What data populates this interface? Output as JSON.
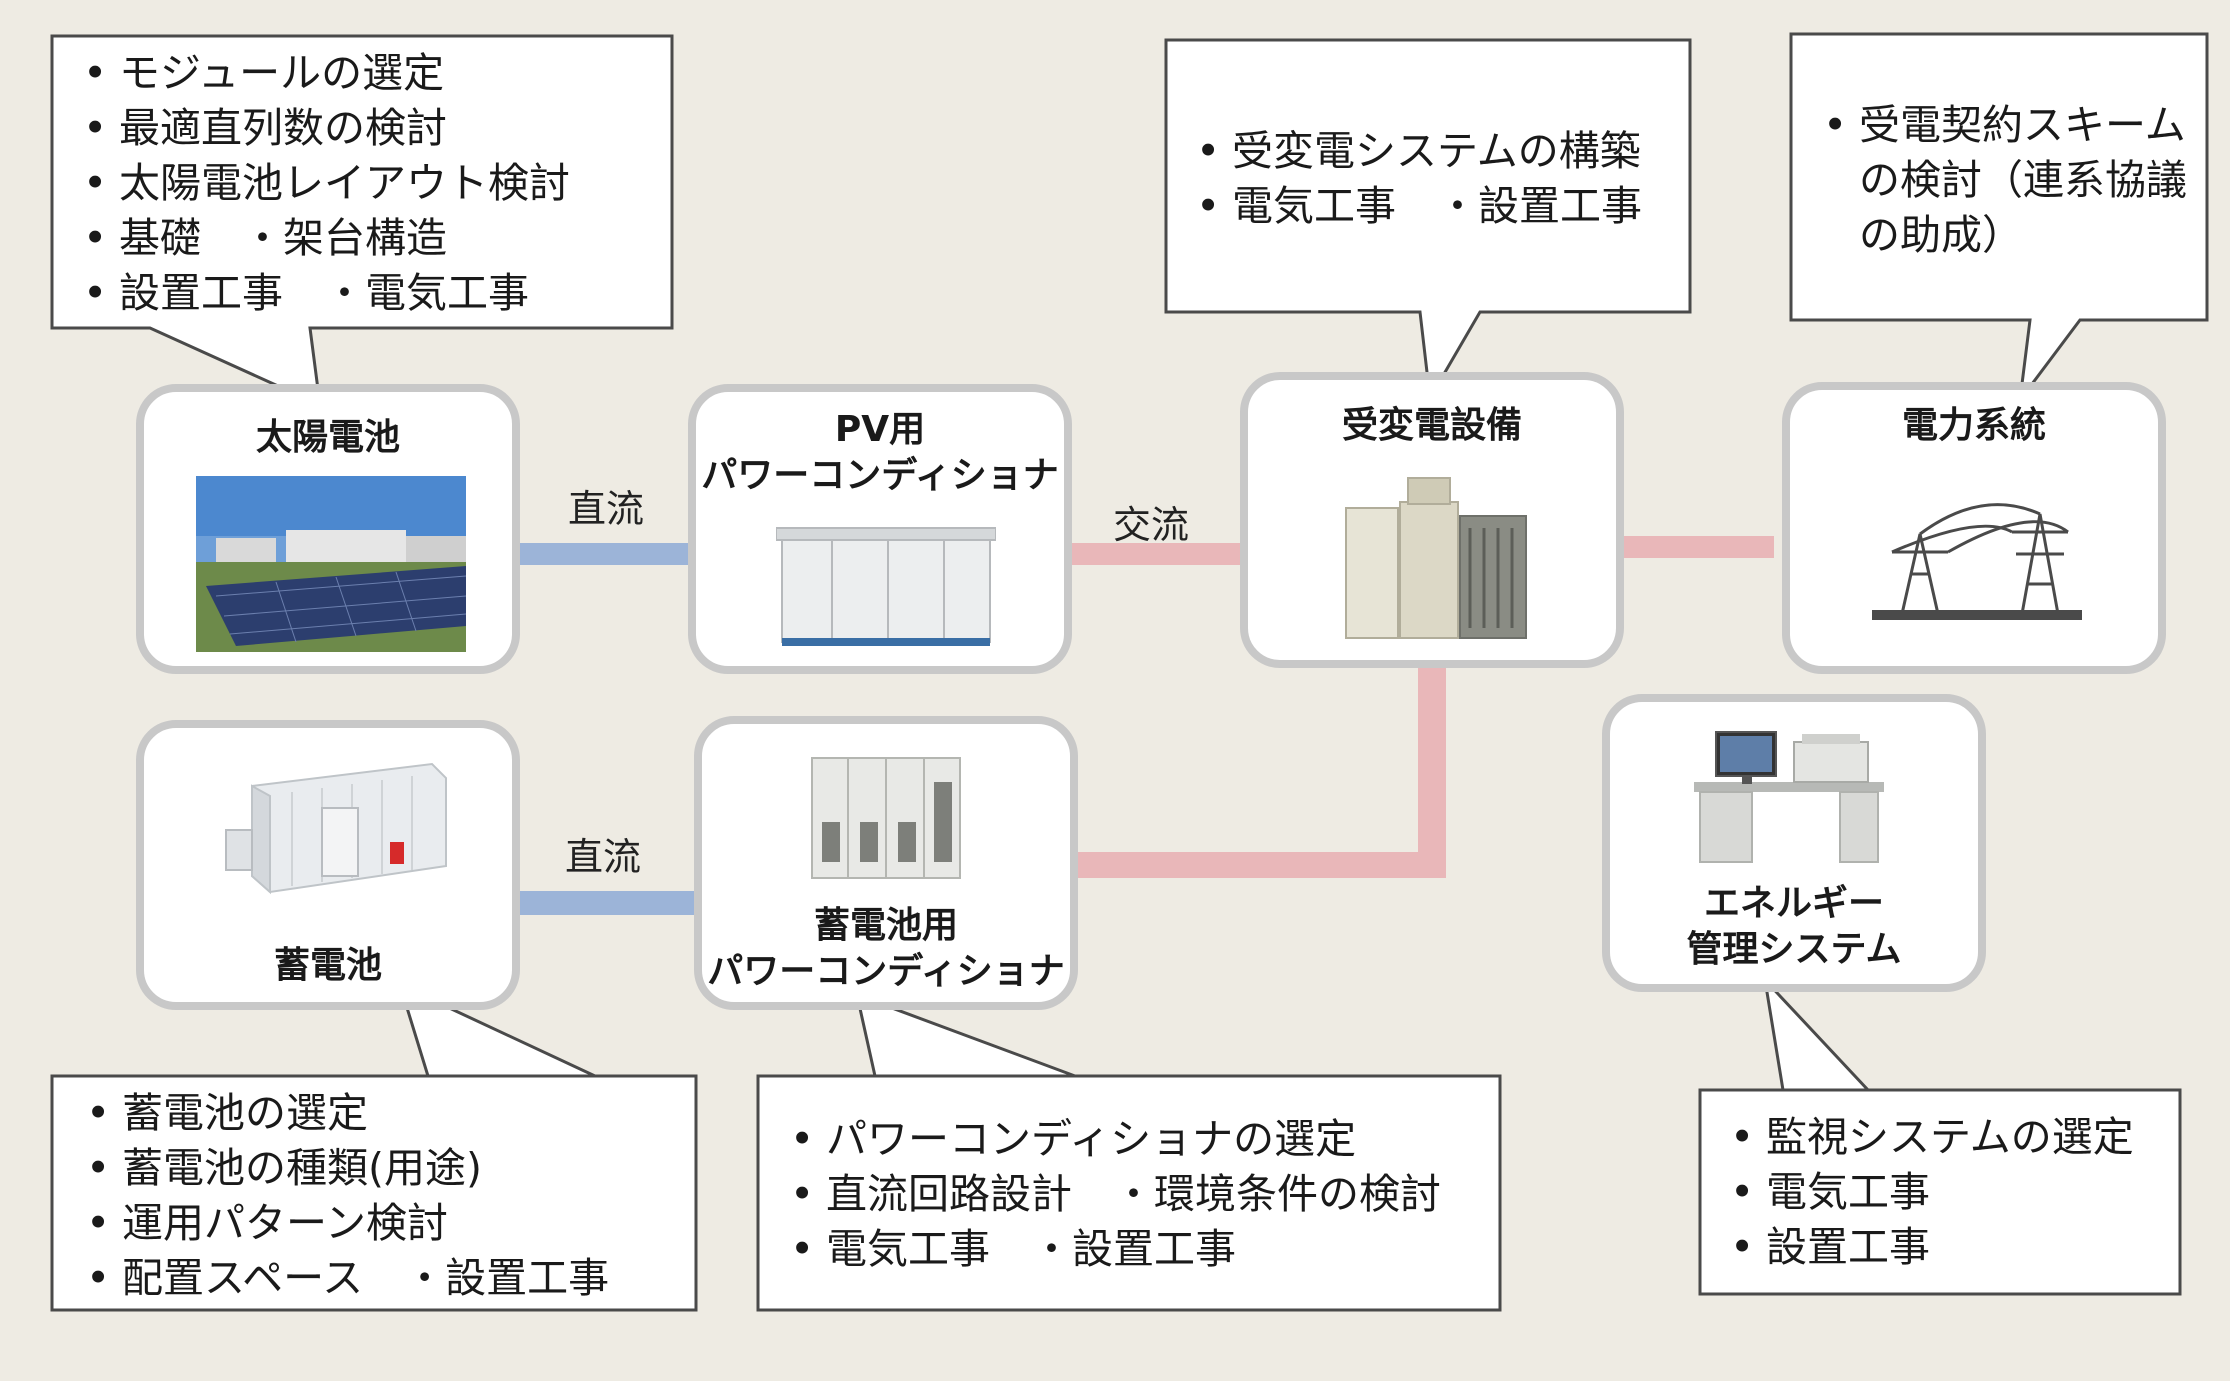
{
  "nodes": {
    "solar": {
      "title": "太陽電池"
    },
    "pv_pcs": {
      "title_line1": "PV用",
      "title_line2": "パワーコンディショナ"
    },
    "substation": {
      "title": "受変電設備"
    },
    "grid": {
      "title": "電力系統"
    },
    "battery": {
      "title": "蓄電池"
    },
    "battery_pcs": {
      "title_line1": "蓄電池用",
      "title_line2": "パワーコンディショナ"
    },
    "ems": {
      "title_line1": "エネルギー",
      "title_line2": "管理システム"
    }
  },
  "links": {
    "solar_pv": {
      "label": "直流",
      "color": "#9cb4d8"
    },
    "pv_substation": {
      "label": "交流",
      "color": "#e9b7b9"
    },
    "battery_pcs": {
      "label": "直流",
      "color": "#9cb4d8"
    }
  },
  "callouts": {
    "solar": {
      "items": [
        "モジュールの選定",
        "最適直列数の検討",
        "太陽電池レイアウト検討",
        "基礎　・架台構造",
        "設置工事　・電気工事"
      ]
    },
    "substation": {
      "items": [
        "受変電システムの構築",
        "電気工事　・設置工事"
      ]
    },
    "grid": {
      "items": [
        "受電契約スキームの検討（連系協議の助成）"
      ]
    },
    "battery": {
      "items": [
        "蓄電池の選定",
        "蓄電池の種類(用途)",
        "運用パターン検討",
        "配置スペース　・設置工事"
      ]
    },
    "battery_pcs": {
      "items": [
        "パワーコンディショナの選定",
        "直流回路設計　・環境条件の検討",
        "電気工事　・設置工事"
      ]
    },
    "ems": {
      "items": [
        "監視システムの選定",
        "電気工事",
        "設置工事"
      ]
    }
  }
}
